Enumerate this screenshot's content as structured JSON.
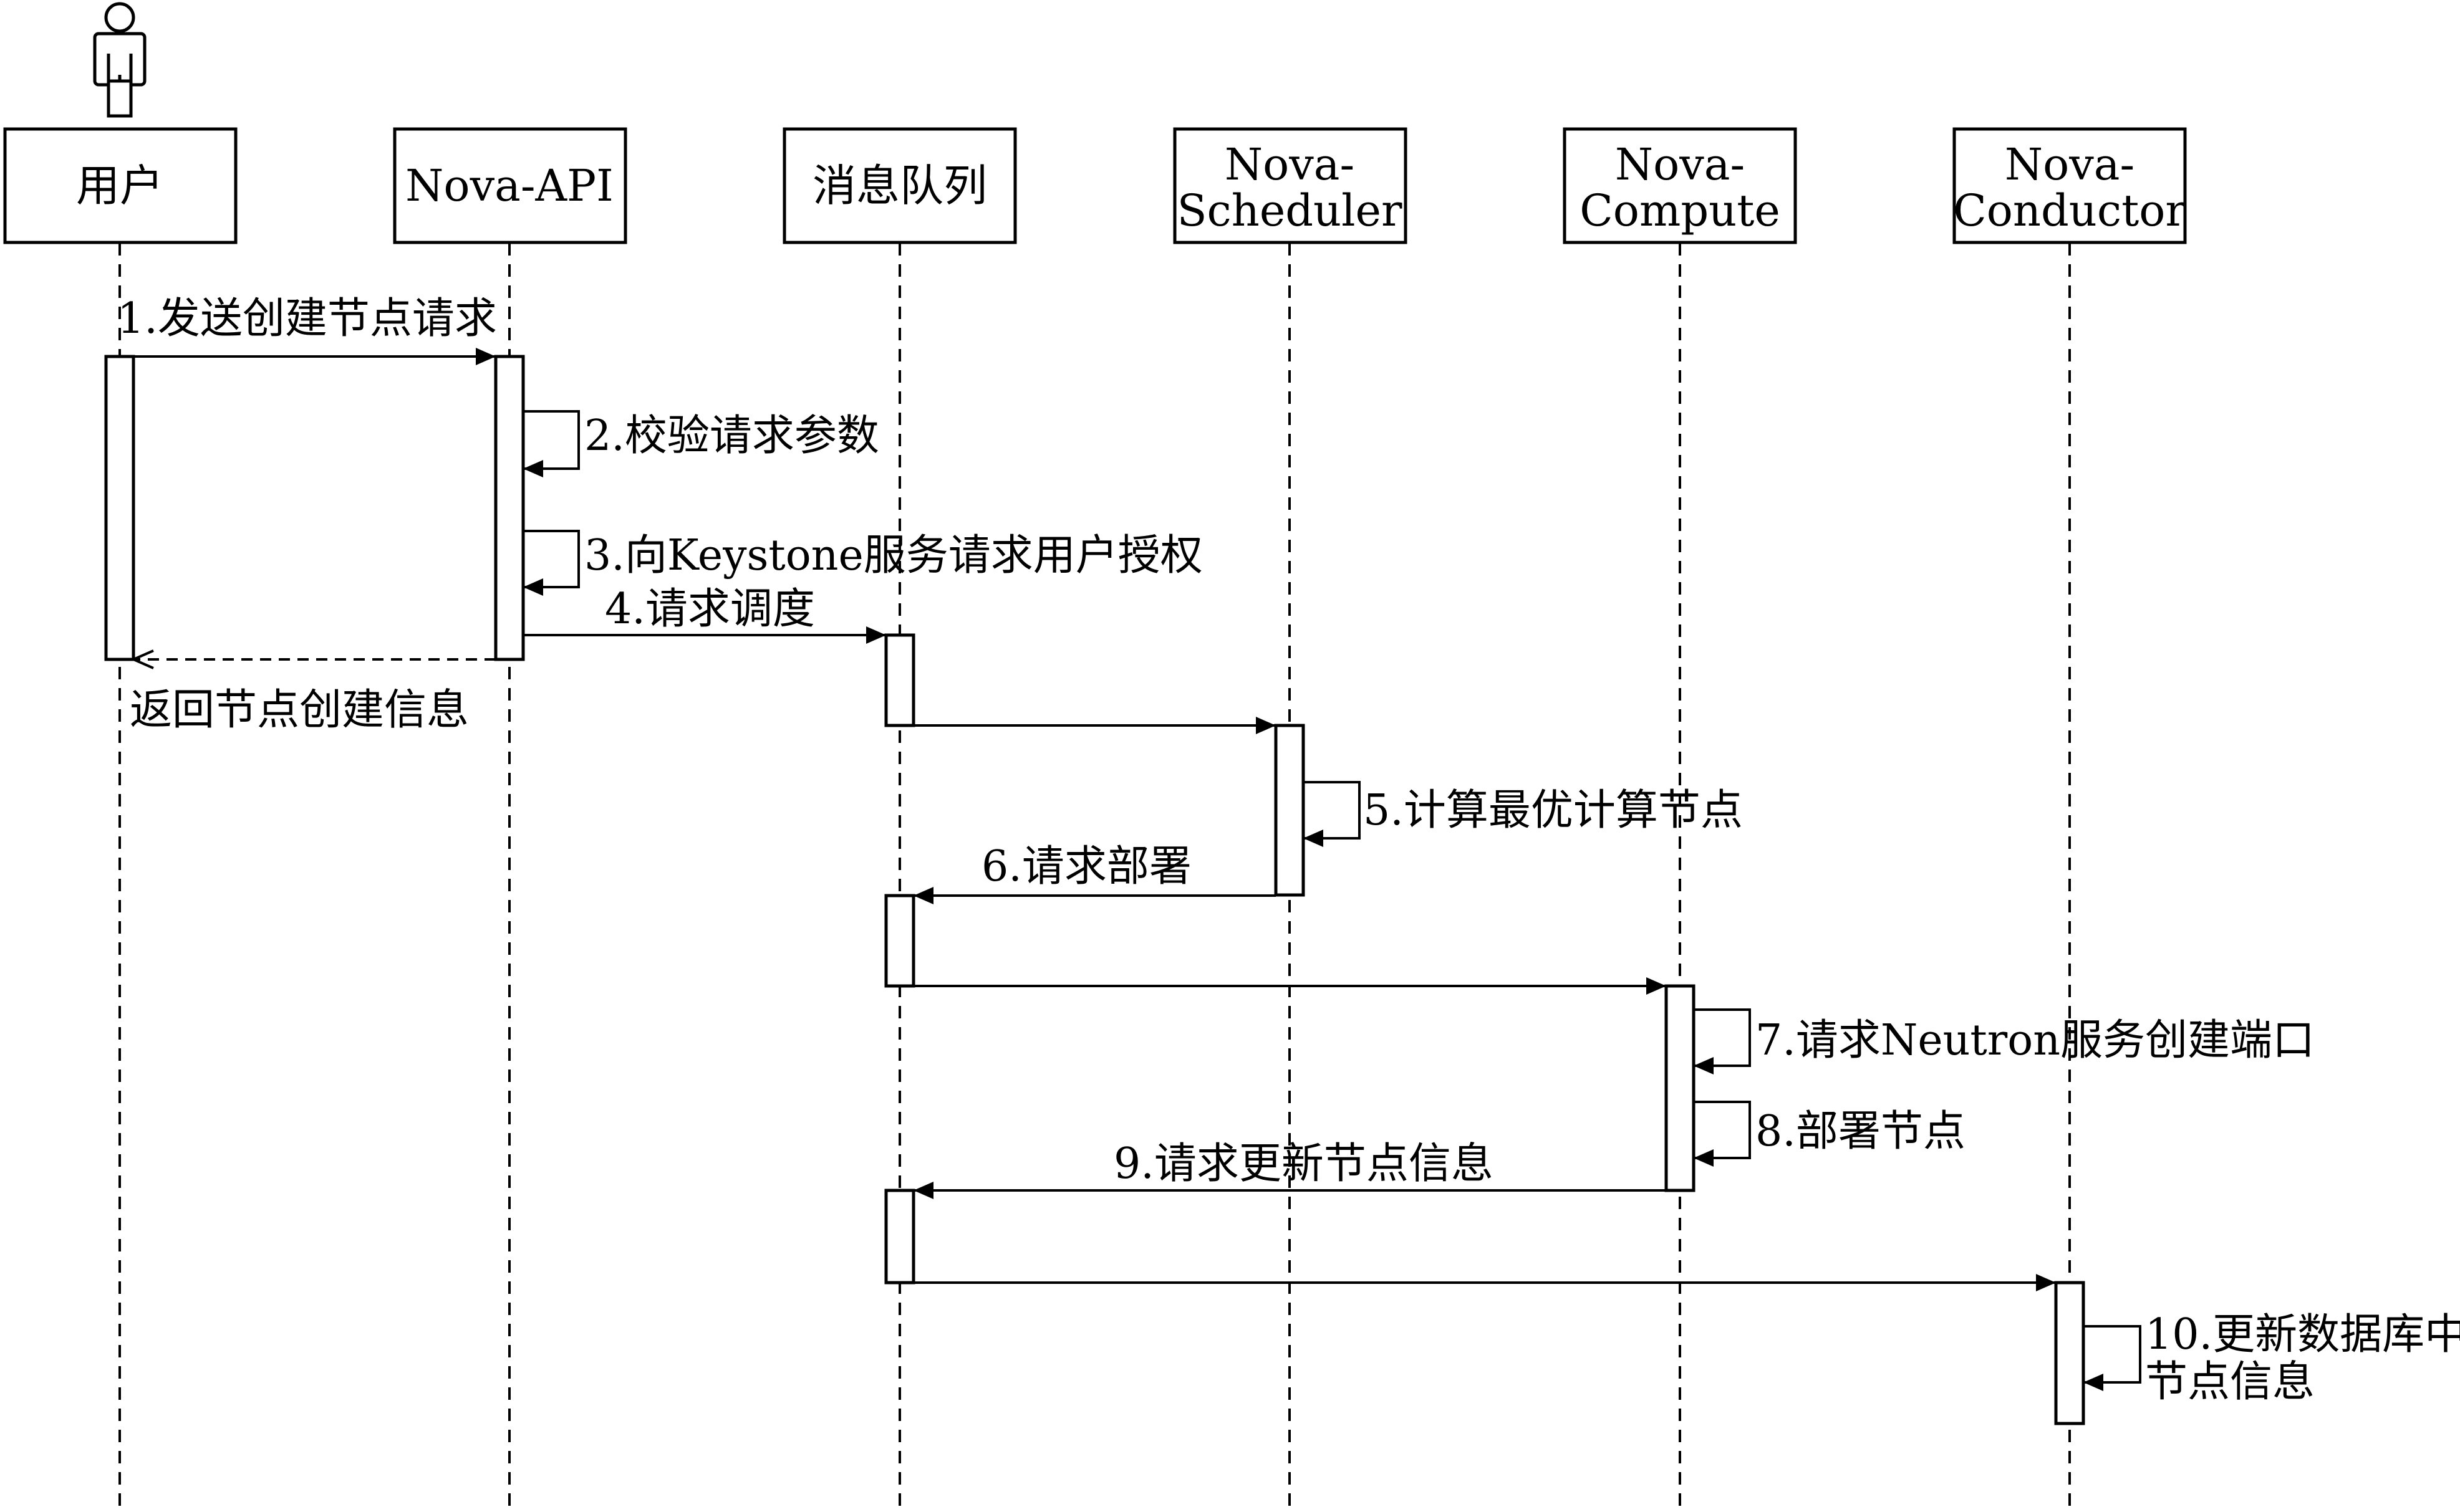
{
  "participants": [
    {
      "id": "user",
      "lines": [
        "用户"
      ]
    },
    {
      "id": "nova-api",
      "lines": [
        "Nova-API"
      ]
    },
    {
      "id": "message-queue",
      "lines": [
        "消息队列"
      ]
    },
    {
      "id": "nova-scheduler",
      "lines": [
        "Nova-",
        "Scheduler"
      ]
    },
    {
      "id": "nova-compute",
      "lines": [
        "Nova-",
        "Compute"
      ]
    },
    {
      "id": "nova-conductor",
      "lines": [
        "Nova-",
        "Conductor"
      ]
    }
  ],
  "messages": [
    {
      "label": "1.发送创建节点请求",
      "from": "user",
      "to": "nova-api",
      "style": "solid"
    },
    {
      "label": "2.校验请求参数",
      "from": "nova-api",
      "to": "nova-api",
      "style": "self"
    },
    {
      "label": "3.向Keystone服务请求用户授权",
      "from": "nova-api",
      "to": "nova-api",
      "style": "self"
    },
    {
      "label": "4.请求调度",
      "from": "nova-api",
      "to": "message-queue",
      "style": "solid"
    },
    {
      "label": "返回节点创建信息",
      "from": "nova-api",
      "to": "user",
      "style": "dashed"
    },
    {
      "label": "",
      "from": "message-queue",
      "to": "nova-scheduler",
      "style": "solid"
    },
    {
      "label": "5.计算最优计算节点",
      "from": "nova-scheduler",
      "to": "nova-scheduler",
      "style": "self"
    },
    {
      "label": "6.请求部署",
      "from": "nova-scheduler",
      "to": "message-queue",
      "style": "solid"
    },
    {
      "label": "",
      "from": "message-queue",
      "to": "nova-compute",
      "style": "solid"
    },
    {
      "label": "7.请求Neutron服务创建端口",
      "from": "nova-compute",
      "to": "nova-compute",
      "style": "self"
    },
    {
      "label": "8.部署节点",
      "from": "nova-compute",
      "to": "nova-compute",
      "style": "self"
    },
    {
      "label": "9.请求更新节点信息",
      "from": "nova-compute",
      "to": "message-queue",
      "style": "solid"
    },
    {
      "label": "",
      "from": "message-queue",
      "to": "nova-conductor",
      "style": "solid"
    },
    {
      "label": "10.更新数据库中",
      "from": "nova-conductor",
      "to": "nova-conductor",
      "style": "self"
    },
    {
      "label": "节点信息",
      "from": "nova-conductor",
      "to": "nova-conductor",
      "style": "self-cont"
    }
  ],
  "actor_icon": "person-icon"
}
